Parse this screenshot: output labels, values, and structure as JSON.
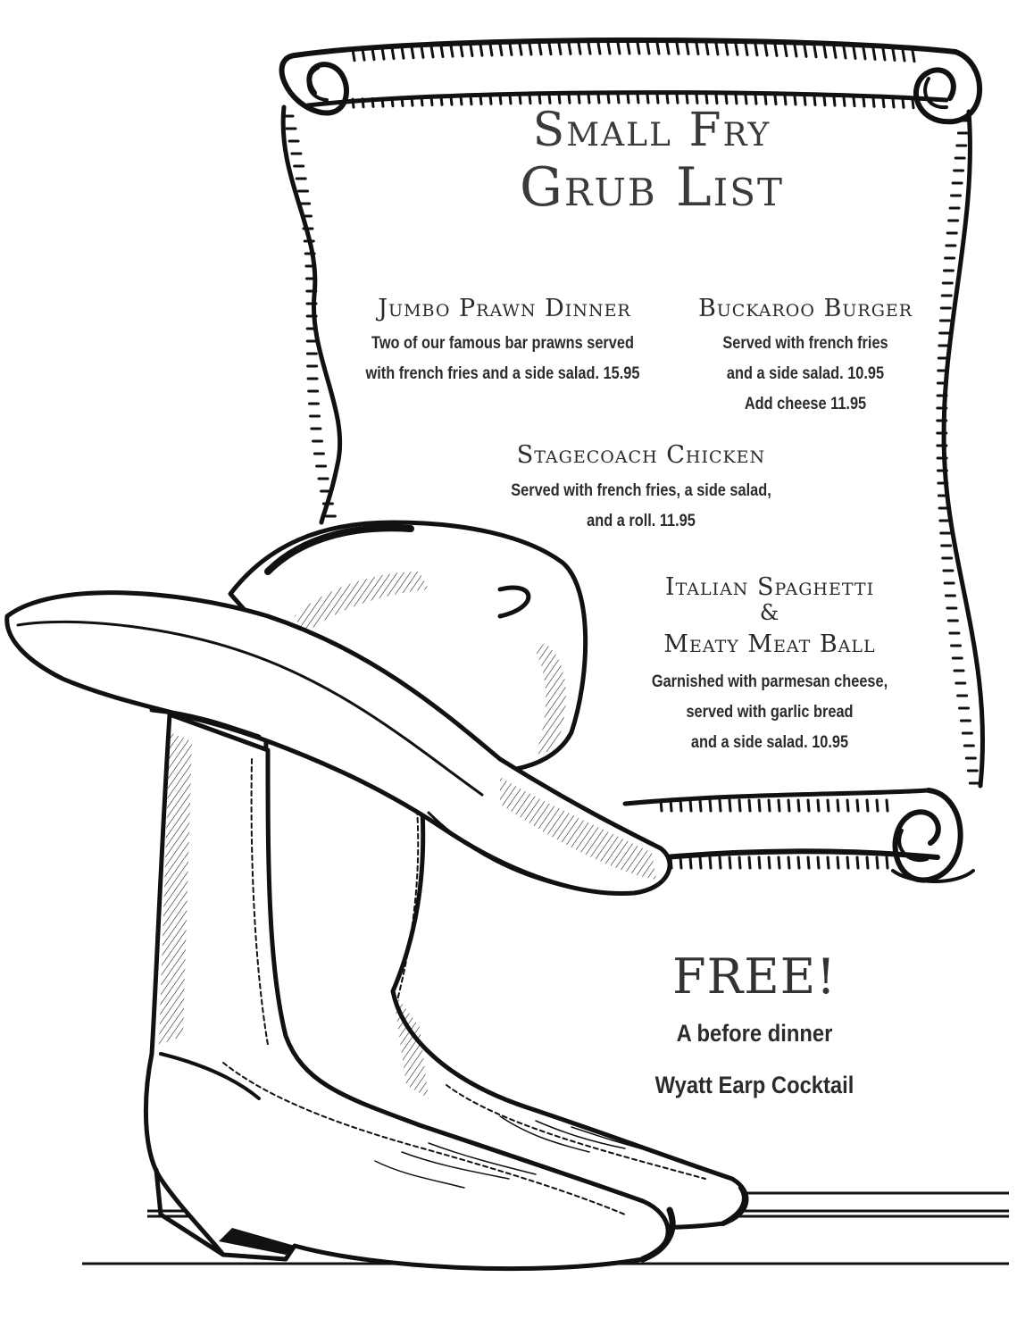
{
  "menu": {
    "title_line1": "Small Fry",
    "title_line2": "Grub List",
    "items": [
      {
        "name": "Jumbo Prawn Dinner",
        "desc_lines": [
          "Two of our famous bar prawns served",
          "with french fries and a side salad. 15.95"
        ]
      },
      {
        "name": "Buckaroo Burger",
        "desc_lines": [
          "Served with french fries",
          "and a side salad. 10.95",
          "Add cheese 11.95"
        ]
      },
      {
        "name": "Stagecoach Chicken",
        "desc_lines": [
          "Served with french fries, a side salad,",
          "and a roll. 11.95"
        ]
      },
      {
        "name_line1": "Italian Spaghetti",
        "name_amp": "&",
        "name_line2": "Meaty Meat Ball",
        "desc_lines": [
          "Garnished with parmesan cheese,",
          "served with garlic bread",
          "and a side salad. 10.95"
        ]
      }
    ]
  },
  "promo": {
    "headline": "FREE!",
    "line1": "A before dinner",
    "line2": "Wyatt Earp Cocktail"
  },
  "illustration": {
    "scroll": "parchment-scroll",
    "hat": "cowboy-hat-illustration",
    "boots": "cowboy-boots-illustration",
    "ink_color": "#111111",
    "paper_color": "#ffffff"
  }
}
